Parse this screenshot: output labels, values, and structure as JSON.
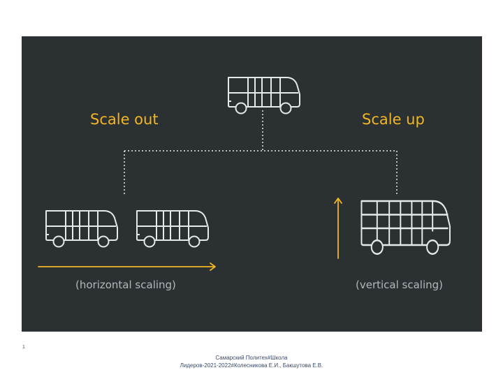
{
  "diagram": {
    "title_left": "Scale out",
    "title_right": "Scale up",
    "caption_left": "(horizontal scaling)",
    "caption_right": "(vertical scaling)",
    "colors": {
      "background": "#2b3033",
      "accent": "#f2b623",
      "line": "#e6e8e9",
      "caption": "#b3b7ba"
    },
    "icons": [
      "bus-icon",
      "bus-icon",
      "bus-icon",
      "big-bus-icon",
      "right-arrow-icon",
      "up-arrow-icon"
    ]
  },
  "footer": {
    "line1": "Самарский Политех#Школа",
    "line2": "Лидеров-2021-2022#Колесникова Е.И., Бакшутова Е.В.",
    "slide_number": "1"
  }
}
